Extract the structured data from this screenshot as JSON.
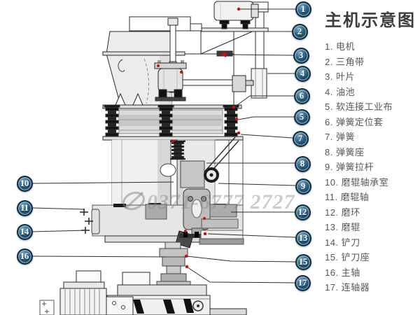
{
  "title": "主机示意图",
  "watermark": {
    "text": "0371-6777 2727"
  },
  "legend": {
    "items": [
      {
        "n": "1",
        "label": "电机"
      },
      {
        "n": "2",
        "label": "三角带"
      },
      {
        "n": "3",
        "label": "叶片"
      },
      {
        "n": "4",
        "label": "油池"
      },
      {
        "n": "5",
        "label": "软连接工业布"
      },
      {
        "n": "6",
        "label": "弹簧定位套"
      },
      {
        "n": "7",
        "label": "弹簧"
      },
      {
        "n": "8",
        "label": "弹簧座"
      },
      {
        "n": "9",
        "label": "弹簧拉杆"
      },
      {
        "n": "10",
        "label": "磨辊轴承室"
      },
      {
        "n": "11",
        "label": "磨辊轴"
      },
      {
        "n": "12",
        "label": "磨环"
      },
      {
        "n": "13",
        "label": "磨辊"
      },
      {
        "n": "14",
        "label": "铲刀"
      },
      {
        "n": "15",
        "label": "铲刀座"
      },
      {
        "n": "16",
        "label": "主轴"
      },
      {
        "n": "17",
        "label": "连轴器"
      }
    ]
  },
  "callouts": {
    "right": [
      "1",
      "2",
      "3",
      "4",
      "6",
      "5",
      "7",
      "8",
      "9",
      "12",
      "13",
      "15",
      "17"
    ],
    "left": [
      "10",
      "11",
      "14",
      "16"
    ]
  },
  "colors": {
    "callout_fill": "#11405f",
    "callout_ring": "#0c2c40",
    "accent_red": "#c41212",
    "line": "#2e2e2e"
  }
}
